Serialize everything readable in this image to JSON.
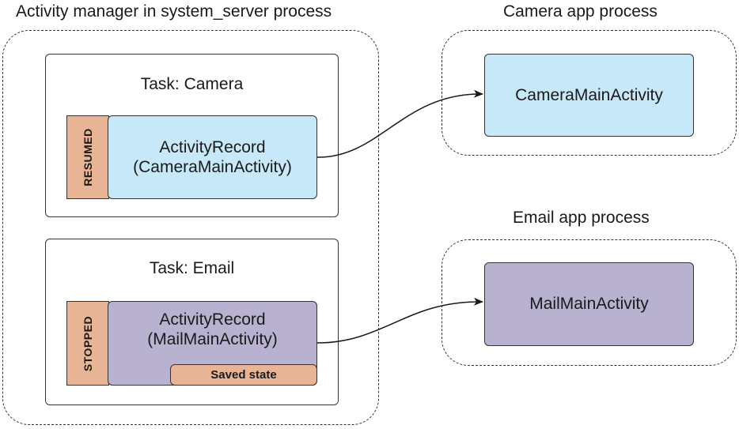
{
  "system_server": {
    "title": "Activity manager in system_server process",
    "camera_task": {
      "title": "Task: Camera",
      "state": "RESUMED",
      "record_line1": "ActivityRecord",
      "record_line2": "(CameraMainActivity)"
    },
    "email_task": {
      "title": "Task: Email",
      "state": "STOPPED",
      "record_line1": "ActivityRecord",
      "record_line2": "(MailMainActivity)",
      "saved_state": "Saved state"
    }
  },
  "camera_app": {
    "title": "Camera app process",
    "activity": "CameraMainActivity"
  },
  "email_app": {
    "title": "Email app process",
    "activity": "MailMainActivity"
  },
  "colors": {
    "camera_fill": "#c6e8f8",
    "mail_fill": "#b8b1cf",
    "state_fill": "#e8b496",
    "outline": "#333333"
  }
}
